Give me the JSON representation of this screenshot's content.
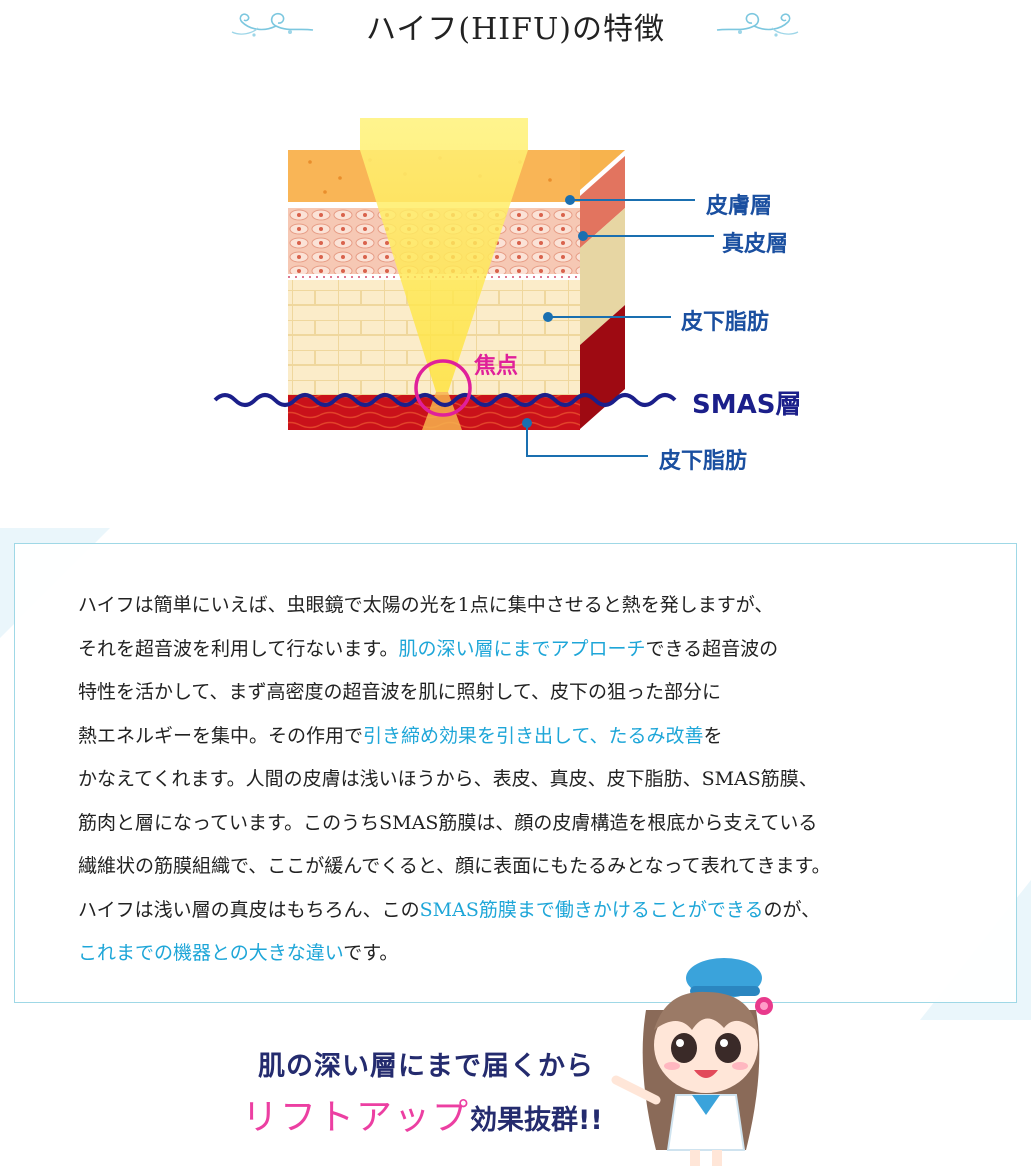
{
  "header": {
    "title": "ハイフ(HIFU)の特徴"
  },
  "diagram": {
    "labels": {
      "layer1": "皮膚層",
      "layer2": "真皮層",
      "layer3": "皮下脂肪",
      "focus": "焦点",
      "smas": "SMAS層",
      "layer5": "皮下脂肪"
    },
    "colors": {
      "label_blue": "#1a4fa0",
      "focus_magenta": "#e0209a",
      "smas_navy": "#1b1f8a"
    }
  },
  "description": {
    "lines": [
      [
        {
          "t": "ハイフは簡単にいえば、虫眼鏡で太陽の光を1点に集中させると熱を発しますが、",
          "hl": false
        }
      ],
      [
        {
          "t": "それを超音波を利用して行ないます。",
          "hl": false
        },
        {
          "t": "肌の深い層にまでアプローチ",
          "hl": true
        },
        {
          "t": "できる超音波の",
          "hl": false
        }
      ],
      [
        {
          "t": "特性を活かして、まず高密度の超音波を肌に照射して、皮下の狙った部分に",
          "hl": false
        }
      ],
      [
        {
          "t": "熱エネルギーを集中。その作用で",
          "hl": false
        },
        {
          "t": "引き締め効果を引き出して、たるみ改善",
          "hl": true
        },
        {
          "t": "を",
          "hl": false
        }
      ],
      [
        {
          "t": "かなえてくれます。人間の皮膚は浅いほうから、表皮、真皮、皮下脂肪、SMAS筋膜、",
          "hl": false
        }
      ],
      [
        {
          "t": "筋肉と層になっています。このうちSMAS筋膜は、顔の皮膚構造を根底から支えている",
          "hl": false
        }
      ],
      [
        {
          "t": "繊維状の筋膜組織で、ここが緩んでくると、顔に表面にもたるみとなって表れてきます。",
          "hl": false
        }
      ],
      [
        {
          "t": "ハイフは浅い層の真皮はもちろん、この",
          "hl": false
        },
        {
          "t": "SMAS筋膜まで働きかけることができる",
          "hl": true
        },
        {
          "t": "のが、",
          "hl": false
        }
      ],
      [
        {
          "t": "これまでの機器との大きな違い",
          "hl": true
        },
        {
          "t": "です。",
          "hl": false
        }
      ]
    ],
    "highlight_color": "#1ea6d8"
  },
  "bottom": {
    "line1": "肌の深い層にまで届くから",
    "line2_pink": "リフトアップ",
    "line2_rest": "効果抜群!!"
  },
  "icons": {
    "ornament_left": "flourish-ornament-icon",
    "ornament_right": "flourish-ornament-icon",
    "mascot": "mascot-girl-illustration"
  }
}
